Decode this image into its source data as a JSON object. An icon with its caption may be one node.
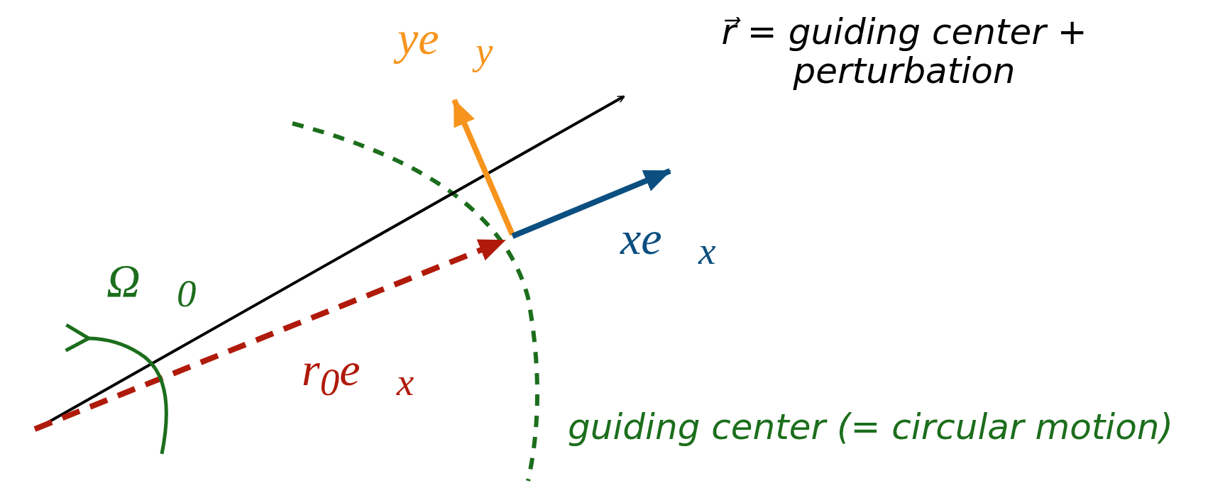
{
  "diagram": {
    "labels": [
      "ye⃗$_{y}$",
      "r⃗ = guiding center + perturbation",
      "xe⃗$_{x}$",
      "Ω⃗$_{0}$",
      "r$_{0}$e⃗$_{x}$",
      "guiding center (= circular motion)"
    ]
  }
}
